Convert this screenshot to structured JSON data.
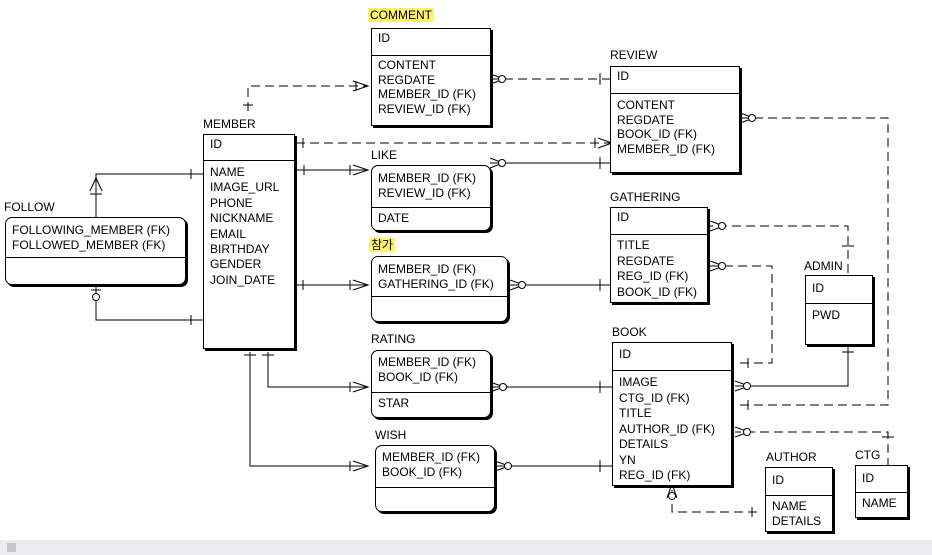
{
  "entities": {
    "comment": {
      "name": "COMMENT",
      "pk": [
        "ID"
      ],
      "attrs": [
        "CONTENT",
        "REGDATE",
        "MEMBER_ID (FK)",
        "REVIEW_ID (FK)"
      ]
    },
    "review": {
      "name": "REVIEW",
      "pk": [
        "ID"
      ],
      "attrs": [
        "CONTENT",
        "REGDATE",
        "BOOK_ID (FK)",
        "MEMBER_ID (FK)"
      ]
    },
    "member": {
      "name": "MEMBER",
      "pk": [
        "ID"
      ],
      "attrs": [
        "NAME",
        "IMAGE_URL",
        "PHONE",
        "NICKNAME",
        "EMAIL",
        "BIRTHDAY",
        "GENDER",
        "JOIN_DATE"
      ]
    },
    "like": {
      "name": "LIKE",
      "pk": [
        "MEMBER_ID (FK)",
        "REVIEW_ID (FK)"
      ],
      "attrs": [
        "DATE"
      ]
    },
    "follow": {
      "name": "FOLLOW",
      "pk": [
        "FOLLOWING_MEMBER (FK)",
        "FOLLOWED_MEMBER (FK)"
      ],
      "attrs": []
    },
    "gathering": {
      "name": "GATHERING",
      "pk": [
        "ID"
      ],
      "attrs": [
        "TITLE",
        "REGDATE",
        "REG_ID (FK)",
        "BOOK_ID (FK)"
      ]
    },
    "join": {
      "name": "참가",
      "pk": [
        "MEMBER_ID (FK)",
        "GATHERING_ID (FK)"
      ],
      "attrs": []
    },
    "admin": {
      "name": "ADMIN",
      "pk": [
        "ID"
      ],
      "attrs": [
        "PWD"
      ]
    },
    "rating": {
      "name": "RATING",
      "pk": [
        "MEMBER_ID (FK)",
        "BOOK_ID (FK)"
      ],
      "attrs": [
        "STAR"
      ]
    },
    "book": {
      "name": "BOOK",
      "pk": [
        "ID"
      ],
      "attrs": [
        "IMAGE",
        "CTG_ID (FK)",
        "TITLE",
        "AUTHOR_ID (FK)",
        "DETAILS",
        "YN",
        "REG_ID (FK)"
      ]
    },
    "wish": {
      "name": "WISH",
      "pk": [
        "MEMBER_ID (FK)",
        "BOOK_ID (FK)"
      ],
      "attrs": []
    },
    "author": {
      "name": "AUTHOR",
      "pk": [
        "ID"
      ],
      "attrs": [
        "NAME",
        "DETAILS"
      ]
    },
    "ctg": {
      "name": "CTG",
      "pk": [
        "ID"
      ],
      "attrs": [
        "NAME"
      ]
    }
  },
  "colors": {
    "highlight": "#fff36b",
    "line": "#000000",
    "bottom_bar": "#ececef"
  }
}
